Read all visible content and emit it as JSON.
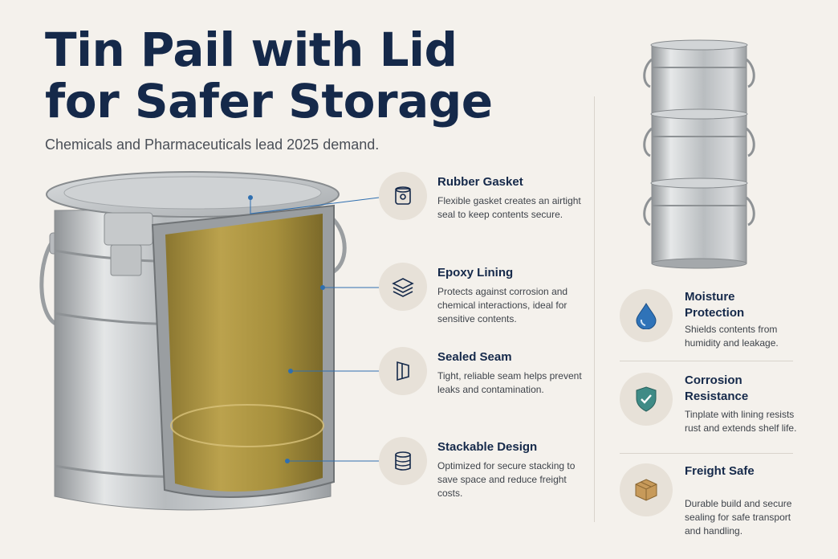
{
  "title_lines": [
    "Tin Pail with Lid",
    "for Safer Storage"
  ],
  "subtitle": "Chemicals and Pharmaceuticals lead 2025 demand.",
  "features": [
    {
      "icon": "gasket-icon",
      "title": "Rubber Gasket",
      "desc": "Flexible gasket creates an airtight seal to keep contents secure."
    },
    {
      "icon": "layers-icon",
      "title": "Epoxy Lining",
      "desc": "Protects against corrosion and chemical interactions, ideal for sensitive contents."
    },
    {
      "icon": "seam-icon",
      "title": "Sealed Seam",
      "desc": "Tight, reliable seam helps prevent leaks and contamination."
    },
    {
      "icon": "stack-can-icon",
      "title": "Stackable Design",
      "desc": "Optimized for secure stacking to save space and reduce freight costs."
    }
  ],
  "benefits": [
    {
      "icon": "water-drop-icon",
      "title": "Moisture Protection",
      "desc": "Shields contents from humidity and leakage."
    },
    {
      "icon": "shield-check-icon",
      "title": "Corrosion Resistance",
      "desc": "Tinplate with lining resists rust and extends shelf life."
    },
    {
      "icon": "box-icon",
      "title": "Freight Safe",
      "desc": "Durable build and secure sealing for safe transport and handling."
    }
  ],
  "colors": {
    "navy": "#15294a",
    "gold": "#b29a45",
    "tin": "#c9ccce",
    "leader": "#2f6fb0",
    "drop": "#2f73b8",
    "shield": "#3f8b86",
    "box": "#c79a5a"
  }
}
